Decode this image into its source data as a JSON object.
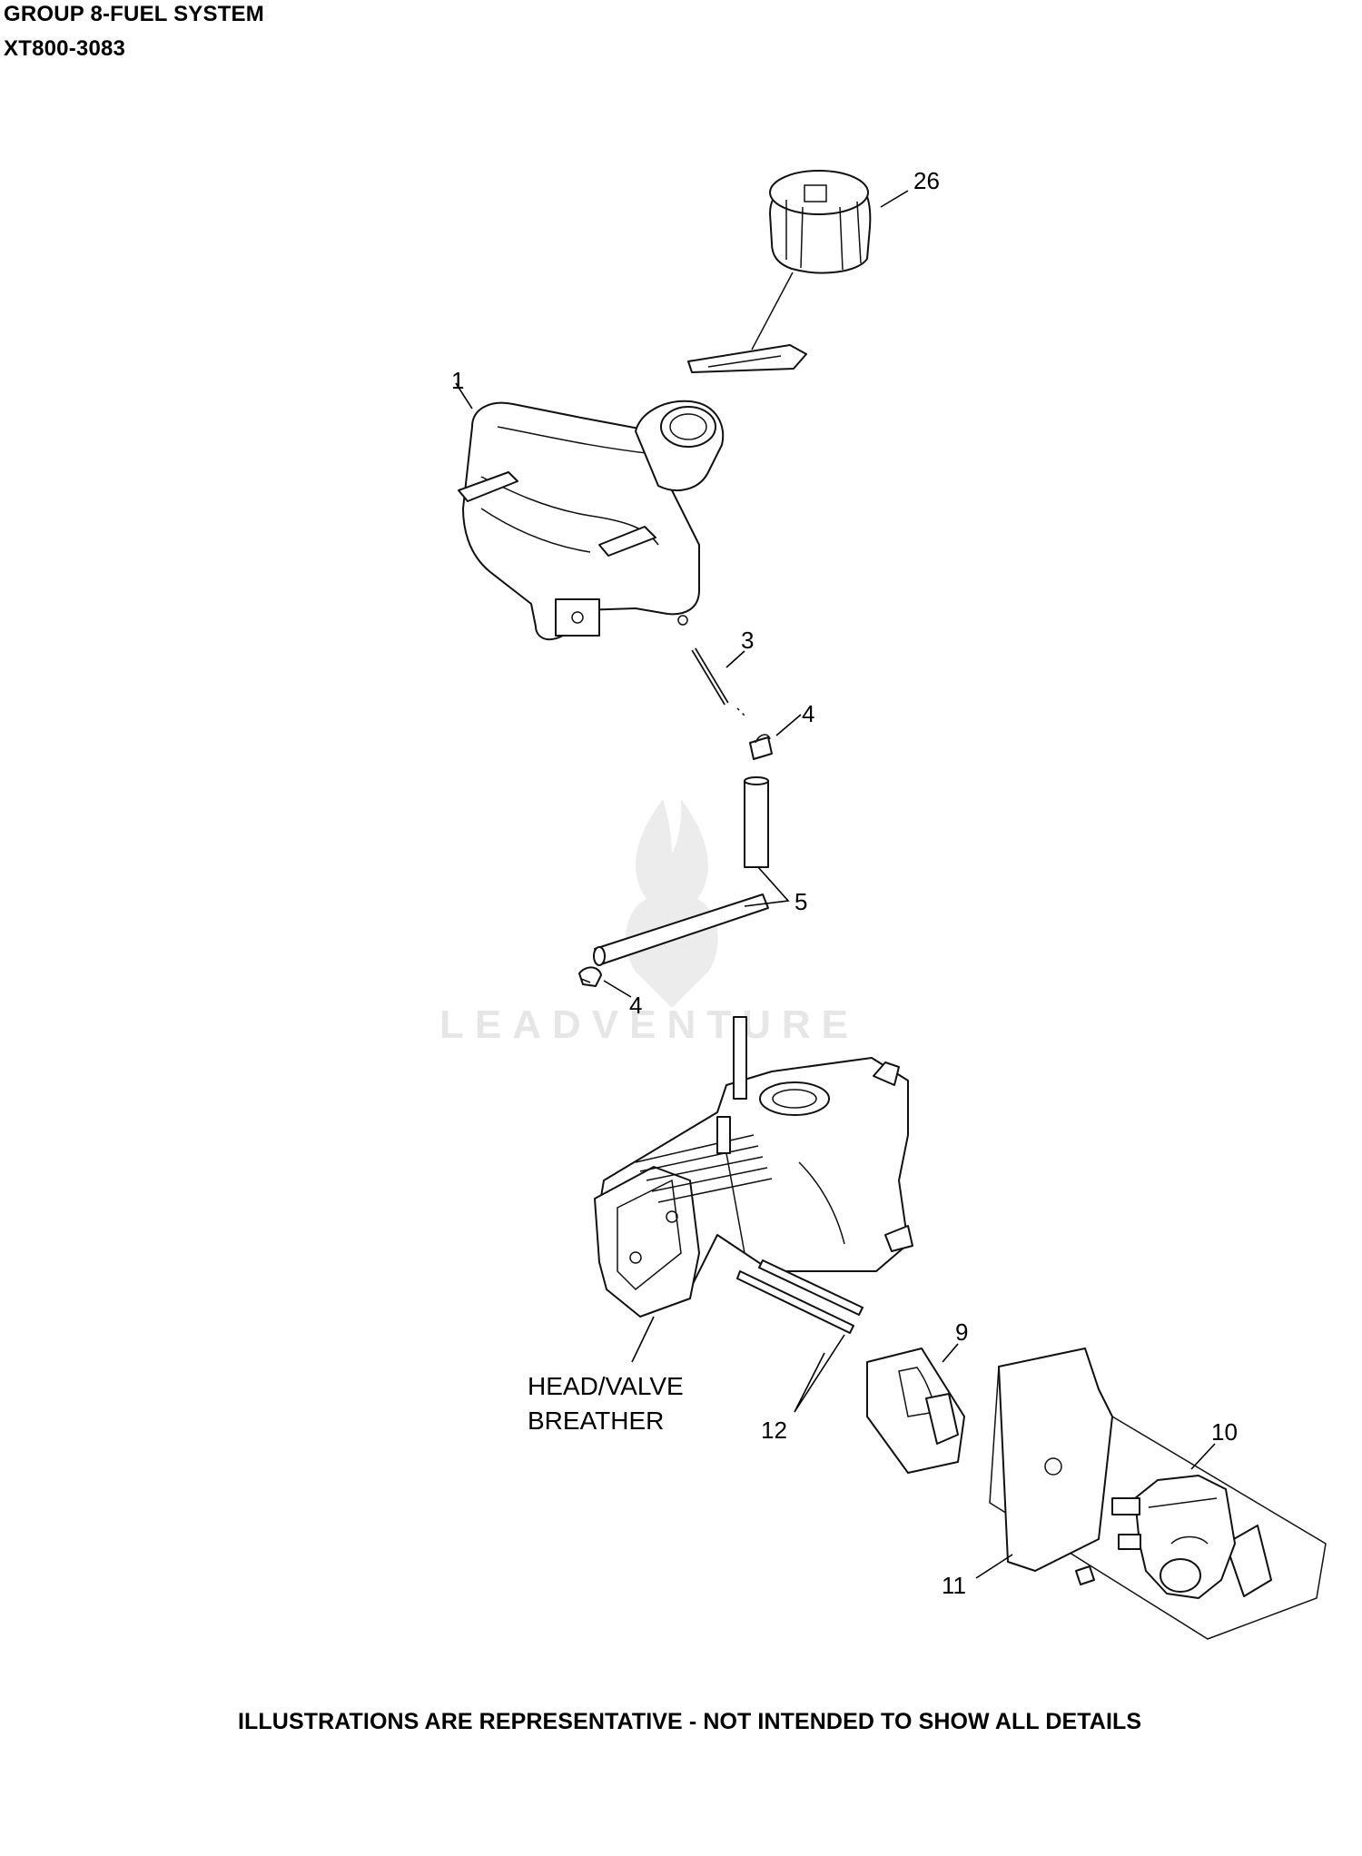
{
  "header": {
    "group_title": "GROUP 8-FUEL SYSTEM",
    "model": "XT800-3083"
  },
  "watermark": {
    "text": "LEADVENTURE"
  },
  "callouts": {
    "c26": "26",
    "c1": "1",
    "c3": "3",
    "c4a": "4",
    "c5": "5",
    "c4b": "4",
    "c9": "9",
    "c10": "10",
    "c11": "11",
    "c12": "12"
  },
  "labels": {
    "head_valve_line1": "HEAD/VALVE",
    "head_valve_line2": "BREATHER"
  },
  "footer": {
    "disclaimer": "ILLUSTRATIONS ARE REPRESENTATIVE - NOT INTENDED TO SHOW ALL DETAILS"
  }
}
